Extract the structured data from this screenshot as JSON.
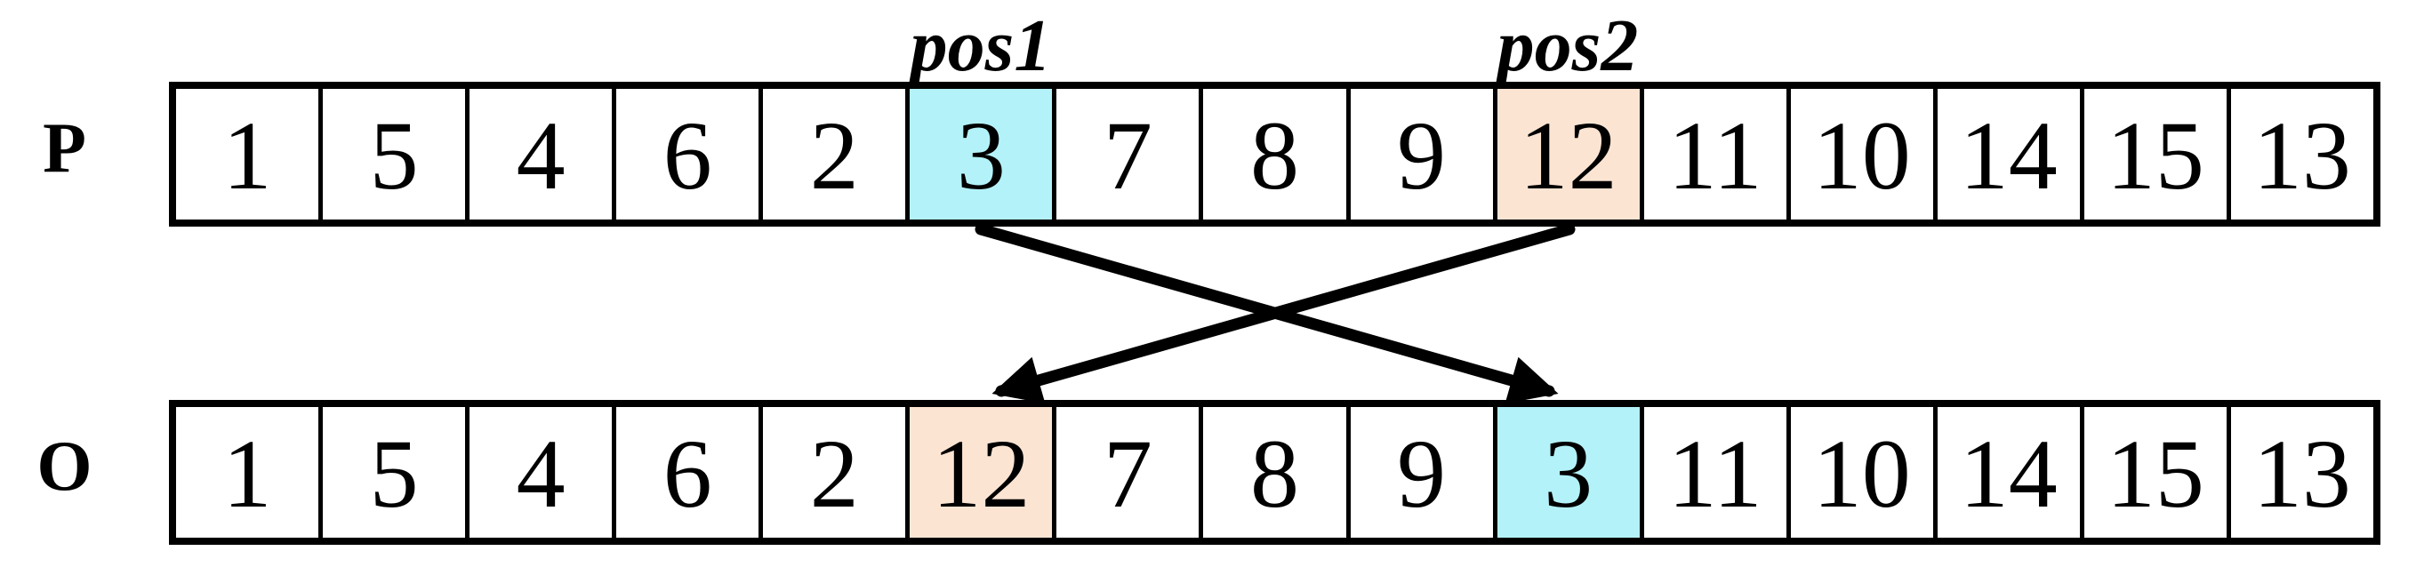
{
  "figure": {
    "background": "#FFFFFF",
    "line_color": "#000000",
    "rows": [
      {
        "label": "P",
        "cells": [
          "1",
          "5",
          "4",
          "6",
          "2",
          "3",
          "7",
          "8",
          "9",
          "12",
          "11",
          "10",
          "14",
          "15",
          "13"
        ]
      },
      {
        "label": "O",
        "cells": [
          "1",
          "5",
          "4",
          "6",
          "2",
          "12",
          "7",
          "8",
          "9",
          "3",
          "11",
          "10",
          "14",
          "15",
          "13"
        ]
      }
    ],
    "annotations": {
      "pos1": "pos1",
      "pos2": "pos2"
    },
    "highlights": {
      "pos1_color": "#B3F2F9",
      "pos2_color": "#FCE4D3",
      "parent_pos1_index": 5,
      "parent_pos2_index": 9,
      "offspring_swapped_pos2_value_index": 5,
      "offspring_swapped_pos1_value_index": 9,
      "swapped_values": [
        "3",
        "12"
      ]
    }
  }
}
